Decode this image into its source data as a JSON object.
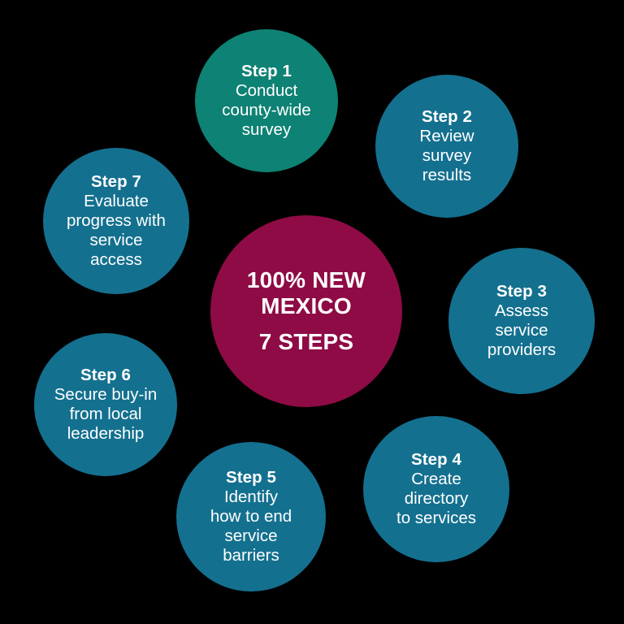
{
  "background_color": "#000000",
  "center": {
    "fill_color": "#8E0B45",
    "text_color": "#FFFFFF",
    "line1": "100% NEW",
    "line2": "MEXICO",
    "line3": "7 STEPS"
  },
  "palette": {
    "teal": "#0E8274",
    "blue": "#14708F",
    "magenta": "#8E0B45",
    "text": "#FFFFFF"
  },
  "steps": [
    {
      "id": "step-1",
      "label": "Step 1",
      "body": "Conduct county-wide survey",
      "body_lines": [
        "Conduct",
        "county-wide",
        "survey"
      ],
      "fill_color": "#0E8274"
    },
    {
      "id": "step-2",
      "label": "Step 2",
      "body": "Review survey results",
      "body_lines": [
        "Review",
        "survey",
        "results"
      ],
      "fill_color": "#14708F"
    },
    {
      "id": "step-3",
      "label": "Step 3",
      "body": "Assess service providers",
      "body_lines": [
        "Assess",
        "service",
        "providers"
      ],
      "fill_color": "#14708F"
    },
    {
      "id": "step-4",
      "label": "Step 4",
      "body": "Create directory to services",
      "body_lines": [
        "Create",
        "directory",
        "to services"
      ],
      "fill_color": "#14708F"
    },
    {
      "id": "step-5",
      "label": "Step 5",
      "body": "Identify how to end service barriers",
      "body_lines": [
        "Identify",
        "how to end",
        "service",
        "barriers"
      ],
      "fill_color": "#14708F"
    },
    {
      "id": "step-6",
      "label": "Step 6",
      "body": "Secure buy-in from local leadership",
      "body_lines": [
        "Secure buy-in",
        "from local",
        "leadership"
      ],
      "fill_color": "#14708F"
    },
    {
      "id": "step-7",
      "label": "Step 7",
      "body": "Evaluate progress with service access",
      "body_lines": [
        "Evaluate",
        "progress with",
        "service",
        "access"
      ],
      "fill_color": "#14708F"
    }
  ]
}
